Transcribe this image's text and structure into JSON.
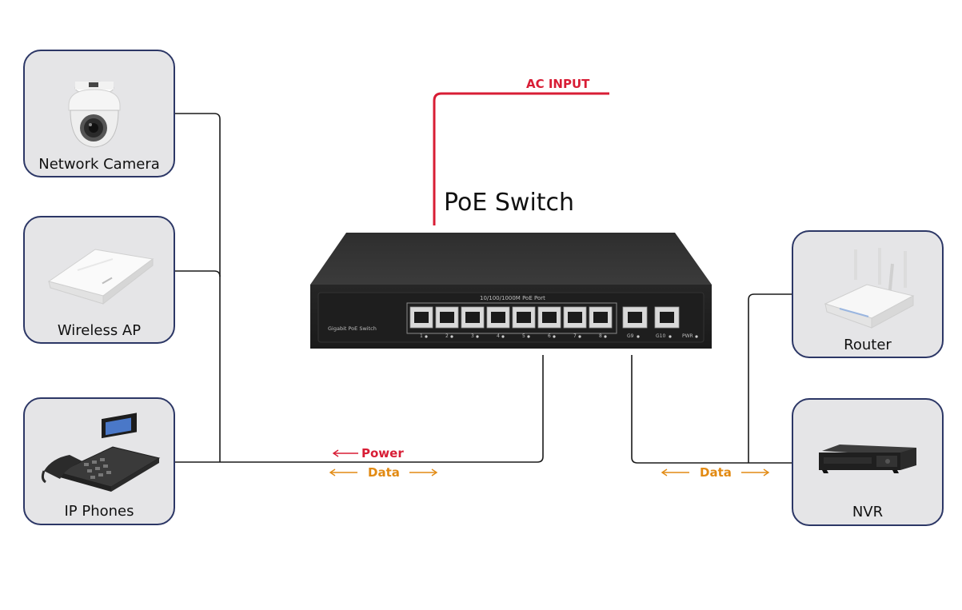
{
  "diagram": {
    "title": "PoE Switch",
    "ac_input_label": "AC INPUT",
    "switch": {
      "front_label": "Gigabit PoE Switch",
      "port_group_label": "10/100/1000M PoE Port",
      "port_numbers": [
        "1",
        "2",
        "3",
        "4",
        "5",
        "6",
        "7",
        "8"
      ],
      "uplink_numbers": [
        "G9",
        "G10"
      ],
      "pwr_label": "PWR"
    },
    "left_devices": [
      {
        "label": "Network Camera",
        "icon": "dome-camera-icon"
      },
      {
        "label": "Wireless AP",
        "icon": "wireless-ap-icon"
      },
      {
        "label": "IP Phones",
        "icon": "ip-phone-icon"
      }
    ],
    "right_devices": [
      {
        "label": "Router",
        "icon": "router-icon"
      },
      {
        "label": "NVR",
        "icon": "nvr-icon"
      }
    ],
    "left_link": {
      "power_label": "Power",
      "data_label": "Data"
    },
    "right_link": {
      "data_label": "Data"
    },
    "colors": {
      "card_border": "#2c3766",
      "card_fill": "#e5e5e7",
      "ac_line": "#d81d35",
      "power": "#d81d35",
      "data": "#e28a13",
      "line": "#1a1a1a"
    }
  }
}
